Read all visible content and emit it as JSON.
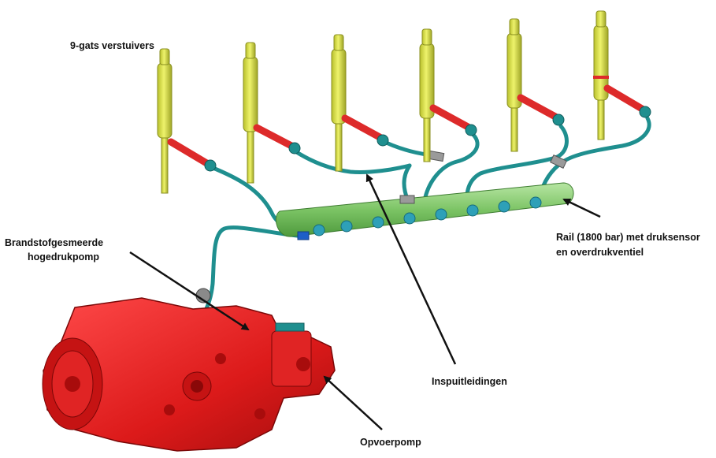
{
  "labels": {
    "injectors": "9-gats verstuivers",
    "pump_line1": "Brandstofgesmeerde",
    "pump_line2": "hogedrukpomp",
    "rail_line1": "Rail (1800 bar) met druksensor",
    "rail_line2": "en overdrukventiel",
    "lines": "Inspuitleidingen",
    "feed_pump": "Opvoerpomp"
  },
  "colors": {
    "injector_body": "#d9e04a",
    "injector_connector": "#dd2a2a",
    "fuel_line": "#1f8f8f",
    "rail": "#8ed07a",
    "pump": "#e41d1d",
    "arrow": "#111111"
  }
}
